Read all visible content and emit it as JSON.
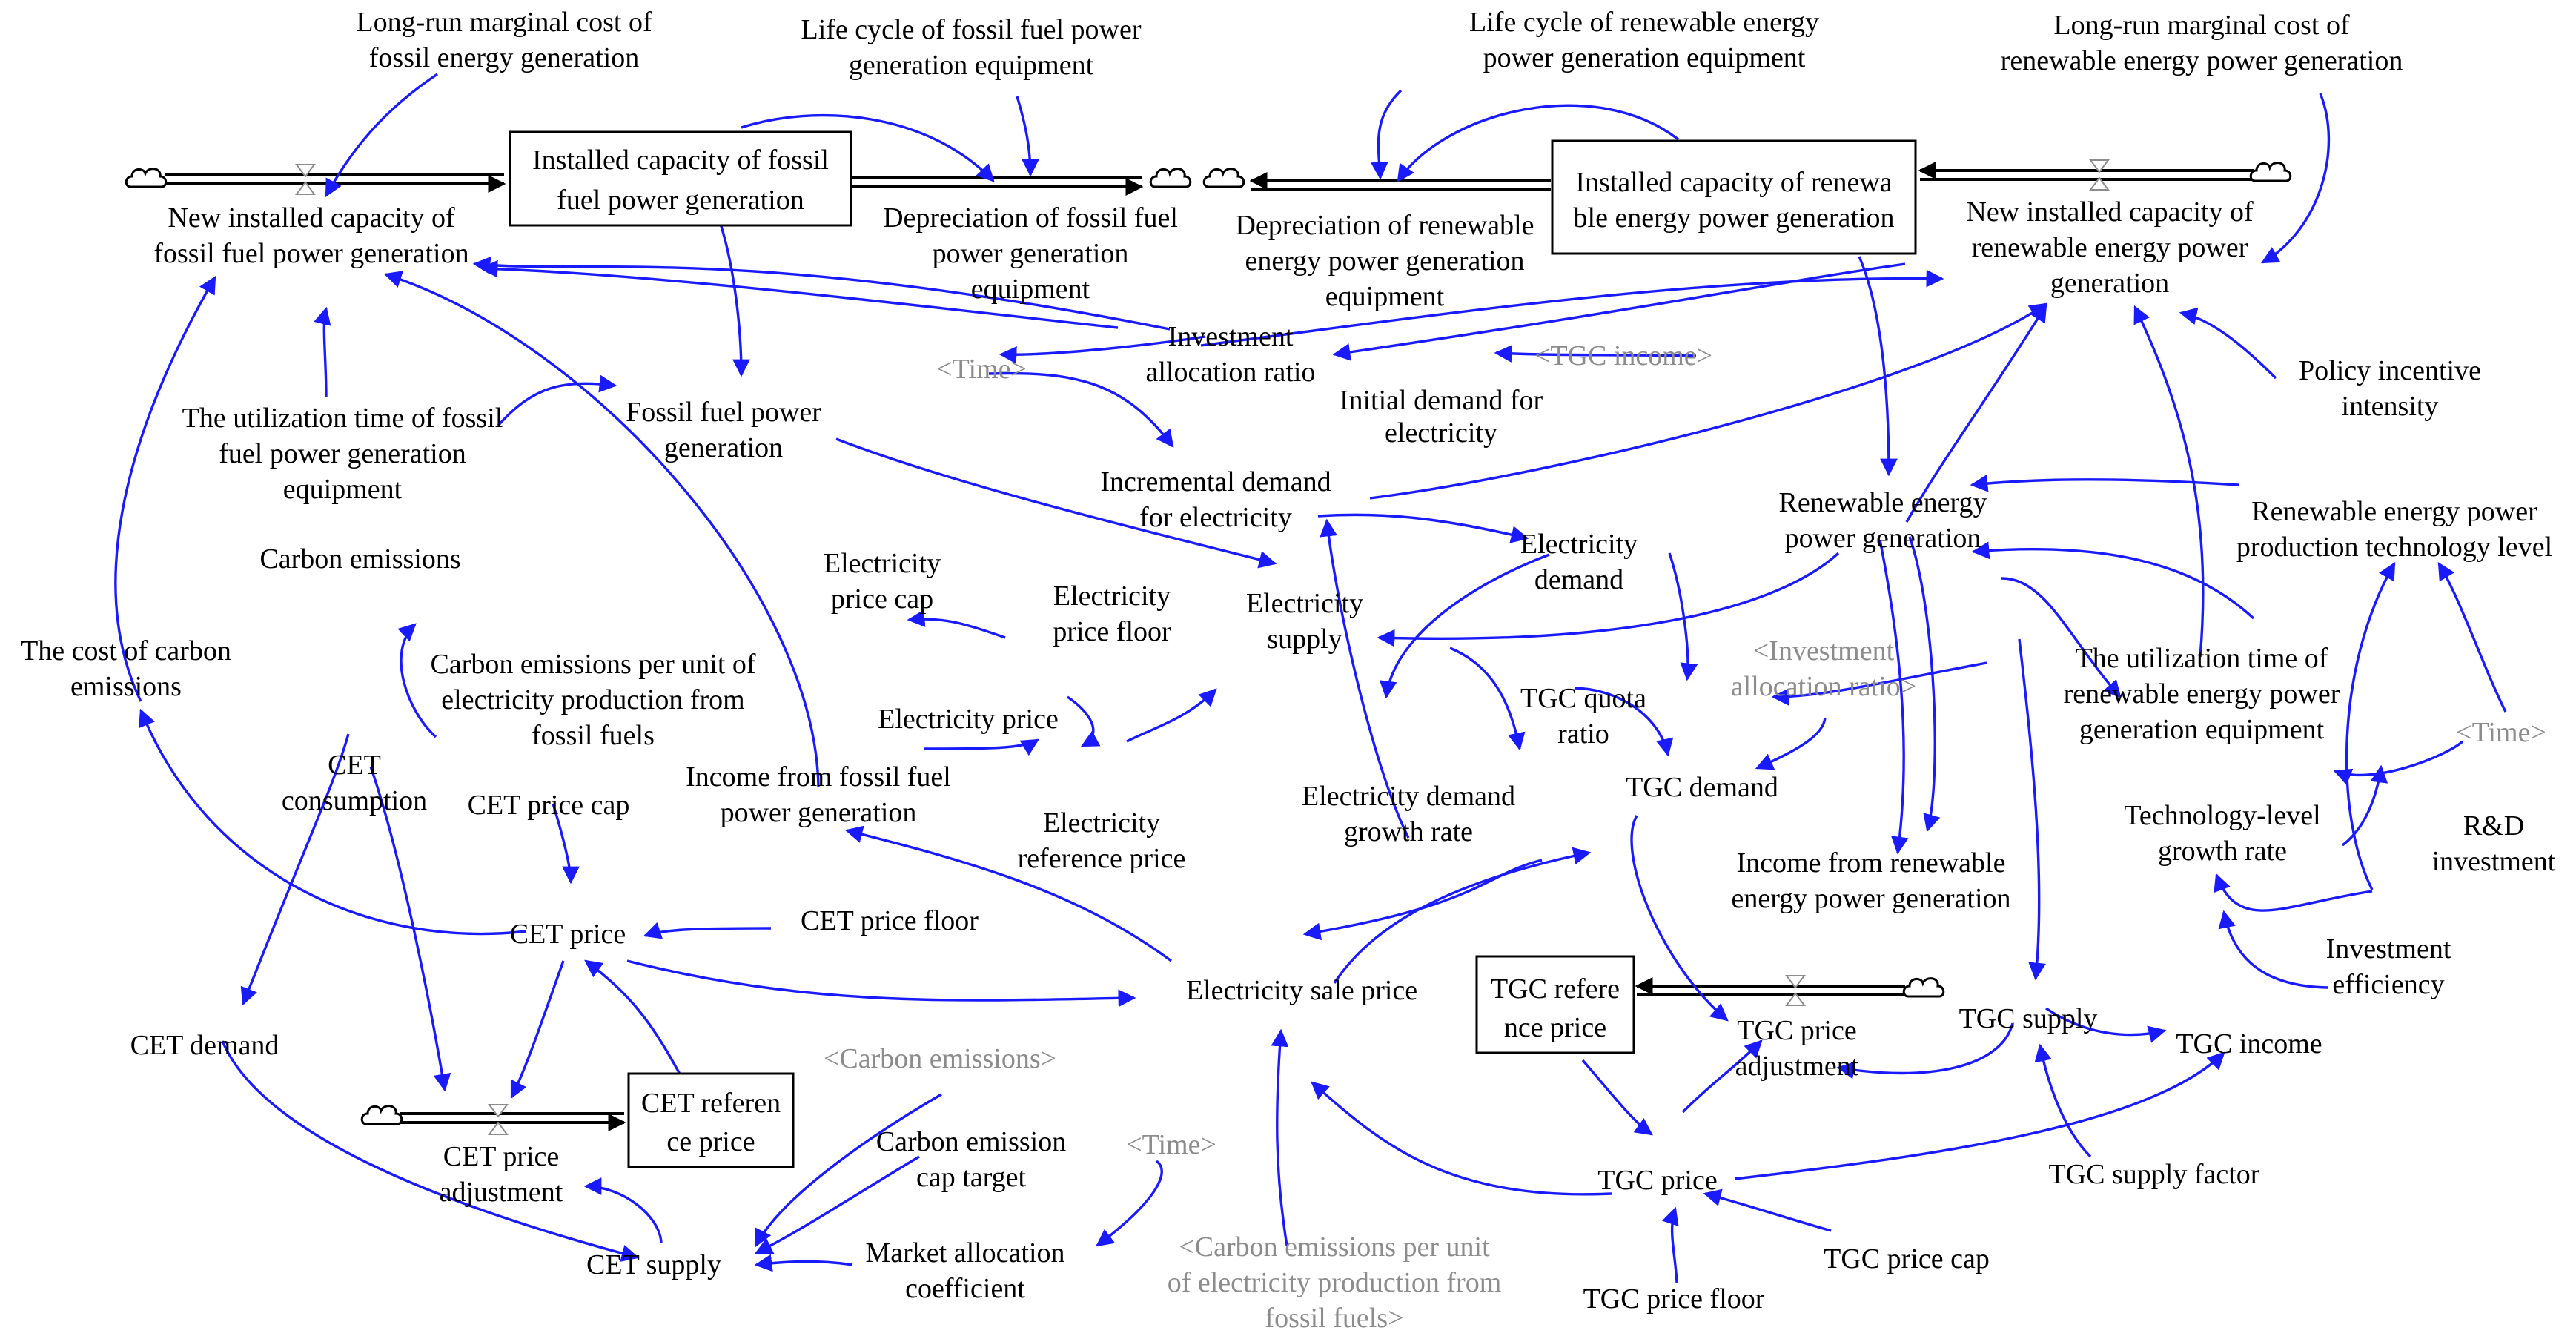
{
  "colors": {
    "link": "#1a1aff",
    "shadow_text": "#8c8c8c",
    "text": "#000000"
  },
  "stocks": {
    "fossil_capacity": [
      "Installed capacity of fossil",
      "fuel power generation"
    ],
    "renewable_capacity": [
      "Installed capacity of renewa",
      "ble energy power generation"
    ],
    "cet_ref_price": [
      "CET referen",
      "ce price"
    ],
    "tgc_ref_price": [
      "TGC refere",
      "nce price"
    ]
  },
  "variables": {
    "lrmc_fossil": [
      "Long-run marginal cost of",
      "fossil energy generation"
    ],
    "life_fossil": [
      "Life cycle of fossil fuel power",
      "generation equipment"
    ],
    "life_renewable": [
      "Life cycle of renewable energy",
      "power generation equipment"
    ],
    "lrmc_renewable": [
      "Long-run marginal cost of",
      "renewable energy power generation"
    ],
    "new_fossil": [
      "New installed capacity of",
      "fossil fuel power generation"
    ],
    "dep_fossil": [
      "Depreciation of fossil fuel",
      "power generation",
      "equipment"
    ],
    "dep_renewable": [
      "Depreciation of renewable",
      "energy power generation",
      "equipment"
    ],
    "new_renewable": [
      "New installed capacity of",
      "renewable energy power",
      "generation"
    ],
    "investment_ratio": [
      "Investment",
      "allocation ratio"
    ],
    "policy_intensity": [
      "Policy incentive",
      "intensity"
    ],
    "util_fossil": [
      "The utilization time of fossil",
      "fuel power generation",
      "equipment"
    ],
    "fossil_generation": [
      "Fossil fuel power",
      "generation"
    ],
    "initial_demand": [
      "Initial demand for",
      "electricity"
    ],
    "incremental_demand": [
      "Incremental demand",
      "for electricity"
    ],
    "renewable_generation": [
      "Renewable energy",
      "power generation"
    ],
    "re_tech_level": [
      "Renewable energy power",
      "production technology level"
    ],
    "carbon_emissions": [
      "Carbon emissions"
    ],
    "electricity_demand": [
      "Electricity",
      "demand"
    ],
    "price_cap": [
      "Electricity",
      "price cap"
    ],
    "price_floor": [
      "Electricity",
      "price floor"
    ],
    "electricity_supply": [
      "Electricity",
      "supply"
    ],
    "cost_carbon": [
      "The cost of carbon",
      "emissions"
    ],
    "emissions_per_unit": [
      "Carbon emissions per unit of",
      "electricity production from",
      "fossil fuels"
    ],
    "util_renewable": [
      "The utilization time of",
      "renewable energy power",
      "generation equipment"
    ],
    "electricity_price": [
      "Electricity price"
    ],
    "tgc_quota": [
      "TGC quota",
      "ratio"
    ],
    "cet_consumption": [
      "CET",
      "consumption"
    ],
    "cet_price_cap": [
      "CET price cap"
    ],
    "income_fossil": [
      "Income from fossil fuel",
      "power generation"
    ],
    "reference_price": [
      "Electricity",
      "reference price"
    ],
    "demand_growth": [
      "Electricity demand",
      "growth rate"
    ],
    "tgc_demand": [
      "TGC demand"
    ],
    "tech_growth": [
      "Technology-level",
      "growth rate"
    ],
    "rd_investment": [
      "R&D",
      "investment"
    ],
    "income_renewable": [
      "Income from renewable",
      "energy power generation"
    ],
    "cet_price": [
      "CET price"
    ],
    "cet_price_floor": [
      "CET price floor"
    ],
    "investment_efficiency": [
      "Investment",
      "efficiency"
    ],
    "sale_price": [
      "Electricity sale price"
    ],
    "tgc_supply": [
      "TGC supply"
    ],
    "tgc_price_adjustment": [
      "TGC price",
      "adjustment"
    ],
    "tgc_income": [
      "TGC income"
    ],
    "cet_demand": [
      "CET demand"
    ],
    "cet_price_adjustment": [
      "CET price",
      "adjustment"
    ],
    "emission_cap": [
      "Carbon emission",
      "cap target"
    ],
    "tgc_supply_factor": [
      "TGC supply factor"
    ],
    "tgc_price": [
      "TGC price"
    ],
    "market_coefficient": [
      "Market allocation",
      "coefficient"
    ],
    "cet_supply": [
      "CET supply"
    ],
    "tgc_price_cap": [
      "TGC price cap"
    ],
    "tgc_price_floor": [
      "TGC price floor"
    ]
  },
  "shadows": {
    "time_1": [
      "<Time>"
    ],
    "tgc_income": [
      "<TGC income>"
    ],
    "investment_ratio": [
      "<Investment",
      "allocation ratio>"
    ],
    "time_2": [
      "<Time>"
    ],
    "carbon_emissions": [
      "<Carbon emissions>"
    ],
    "time_3": [
      "<Time>"
    ],
    "emissions_per_unit": [
      "<Carbon emissions per unit",
      "of electricity production from",
      "fossil fuels>"
    ]
  }
}
